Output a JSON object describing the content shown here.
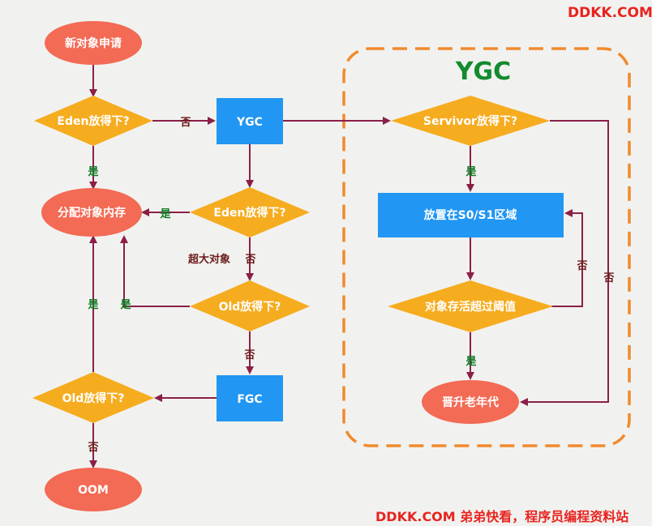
{
  "watermark_top": "DDKK.COM",
  "watermark_bottom": "DDKK.COM 弟弟快看，程序员编程资料站",
  "ygc_region_title": "YGC",
  "colors": {
    "oval": "#f36a55",
    "diamond": "#f6ac1f",
    "rect": "#2196f3",
    "arrow": "#8b1f48",
    "yes_label": "#0f7a24",
    "no_label": "#6b1a1a",
    "region_border": "#f08a2e",
    "watermark": "#e8231f"
  },
  "nodes": {
    "new_object": "新对象申请",
    "eden_check": "Eden放得下?",
    "ygc": "YGC",
    "allocate": "分配对象内存",
    "eden_check_2": "Eden放得下?",
    "old_check": "Old放得下?",
    "fgc": "FGC",
    "old_check_2": "Old放得下?",
    "oom": "OOM",
    "survivor_check": "Servivor放得下?",
    "place_s0s1": "放置在S0/S1区域",
    "threshold_check": "对象存活超过阈值",
    "promote_old": "晋升老年代"
  },
  "edge_labels": {
    "eden_no": "否",
    "eden_yes": "是",
    "eden2_yes": "是",
    "eden2_no": "否",
    "large_object": "超大对象",
    "old_yes": "是",
    "old_no": "否",
    "old2_yes": "是",
    "old2_no": "否",
    "survivor_yes": "是",
    "survivor_no": "否",
    "threshold_no": "否",
    "threshold_yes": "是"
  }
}
